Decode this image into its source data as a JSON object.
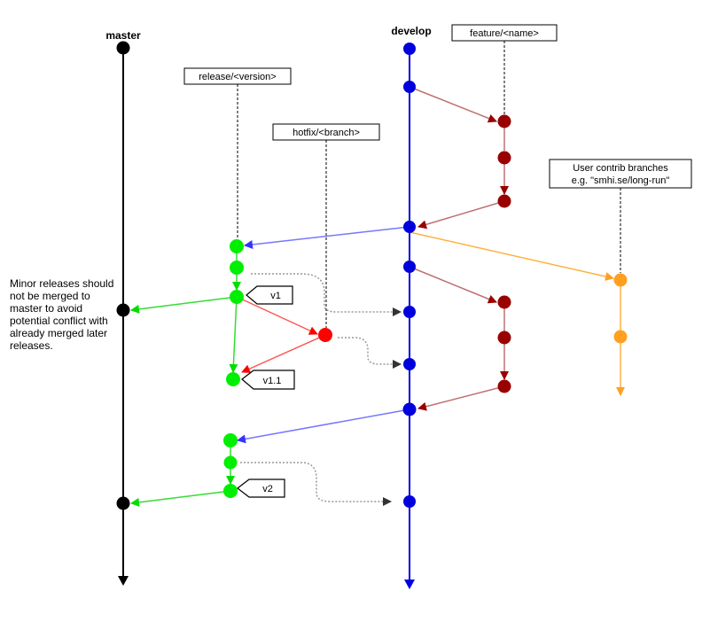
{
  "lanes": {
    "master": "master",
    "develop": "develop"
  },
  "branch_labels": {
    "feature": "feature/<name>",
    "release": "release/<version>",
    "hotfix": "hotfix/<branch>",
    "user_contrib_line1": "User contrib branches",
    "user_contrib_line2": "e.g. \"smhi.se/long-run\""
  },
  "tags": {
    "v1": "v1",
    "v1_1": "v1.1",
    "v2": "v2"
  },
  "note": "Minor releases should not be merged to master to avoid potential conflict with already merged later releases.",
  "colors": {
    "master": "#000000",
    "develop": "#0000dd",
    "feature": "#990000",
    "release": "#00ee00",
    "hotfix": "#ff0000",
    "user_contrib": "#ffa020",
    "merge_to_release": "#7777ff",
    "release_to_master": "#33dd33",
    "dotted_merge": "#999999"
  }
}
